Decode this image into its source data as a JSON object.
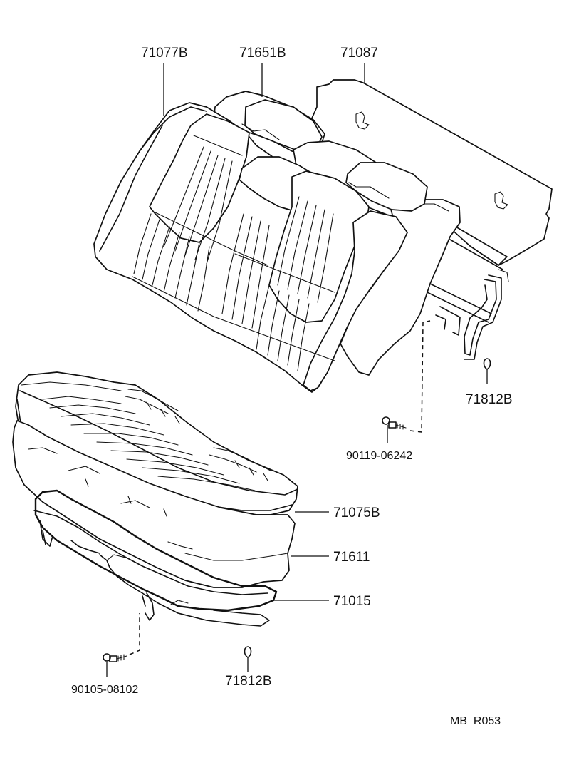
{
  "parts": {
    "seatback_cover": "71077B",
    "headrest": "71651B",
    "back_board": "71087",
    "hog_ring_upper": "71812B",
    "bolt_upper": "90119-06242",
    "cushion_cover": "71075B",
    "cushion_pad": "71611",
    "cushion_frame": "71015",
    "hog_ring_lower": "71812B",
    "bolt_lower": "90105-08102"
  },
  "footer": {
    "code": "MB  R053"
  }
}
